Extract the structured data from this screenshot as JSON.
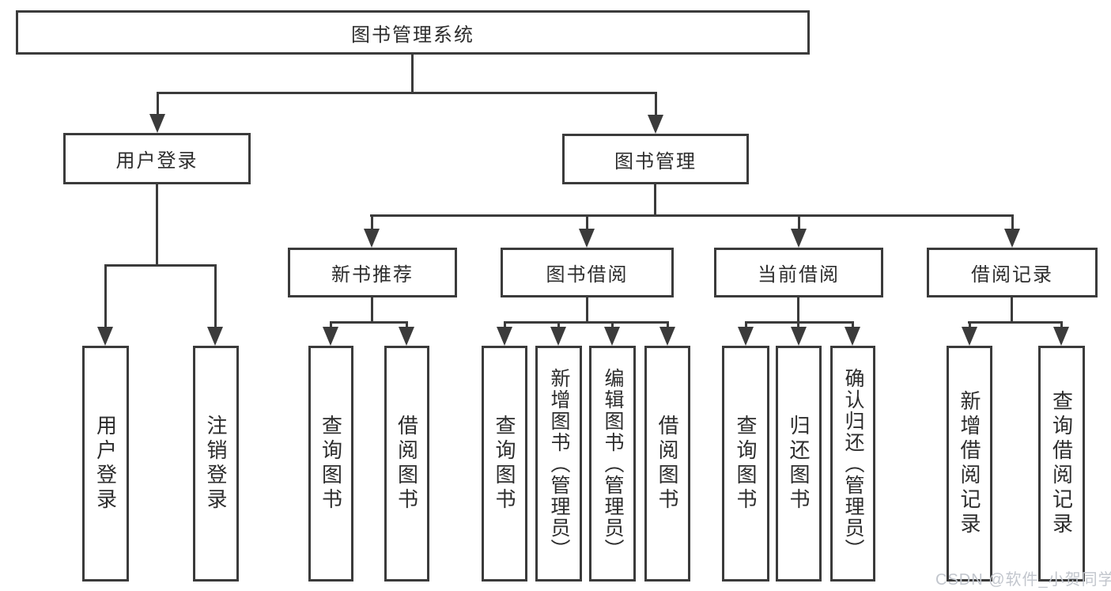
{
  "diagram": {
    "nodes": {
      "root": "图书管理系统",
      "user_login_group": "用户登录",
      "book_management_group": "图书管理",
      "new_book_recommend": "新书推荐",
      "book_borrow": "图书借阅",
      "current_borrow": "当前借阅",
      "borrow_records": "借阅记录"
    },
    "leaves": {
      "user_login": "用户登录",
      "logout": "注销登录",
      "nb_query_books": "查询图书",
      "nb_borrow_books": "借阅图书",
      "bb_query_books": "查询图书",
      "bb_add_books": "新增图书（管理员）",
      "bb_edit_books": "编辑图书（管理员）",
      "bb_borrow_books": "借阅图书",
      "cb_query_books": "查询图书",
      "cb_return_books": "归还图书",
      "cb_confirm_return": "确认归还（管理员）",
      "br_add_record": "新增借阅记录",
      "br_query_record": "查询借阅记录"
    }
  },
  "watermark": "CSDN @软件_小贺同学",
  "colors": {
    "line": "#3b3b3b",
    "text": "#2d2d2d",
    "watermark": "#c2c6cd",
    "bg": "#ffffff"
  }
}
